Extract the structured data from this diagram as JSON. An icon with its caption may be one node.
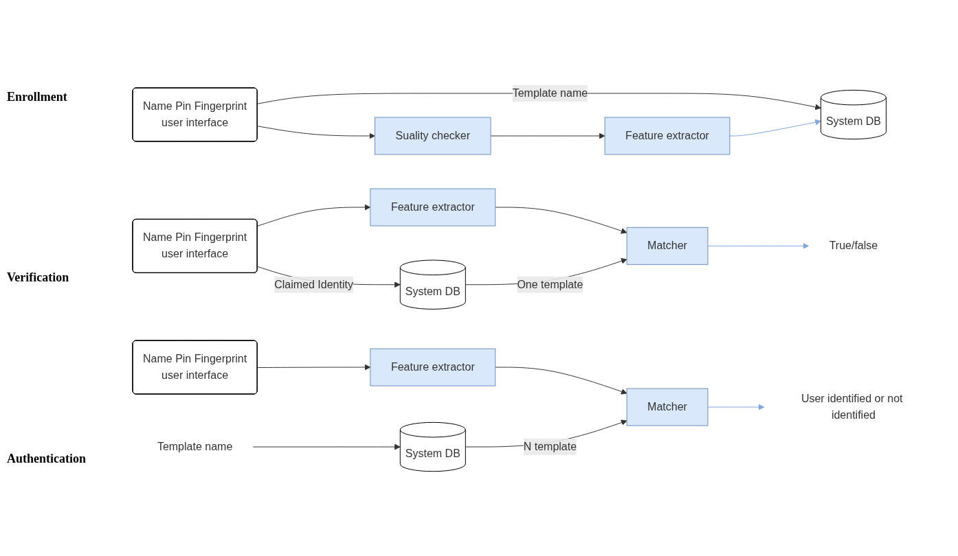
{
  "diagram": {
    "nodes": [
      {
        "text": [
          "Name Pin Fingerprint",
          "user interface"
        ]
      },
      {
        "text": [
          "Suality checker"
        ]
      },
      {
        "text": [
          "Feature extractor"
        ]
      },
      {
        "text": [
          "System DB"
        ]
      },
      {
        "text": [
          "Name Pin Fingerprint",
          "user interface"
        ]
      },
      {
        "text": [
          "Feature extractor"
        ]
      },
      {
        "text": [
          "Matcher"
        ]
      },
      {
        "text": [
          "System DB"
        ]
      },
      {
        "text": [
          "True/false"
        ]
      },
      {
        "text": [
          "Name Pin Fingerprint",
          "user interface"
        ]
      },
      {
        "text": [
          "Feature extractor"
        ]
      },
      {
        "text": [
          "Matcher"
        ]
      },
      {
        "text": [
          "Template name"
        ]
      },
      {
        "text": [
          "System DB"
        ]
      },
      {
        "text": [
          "User identified or not identified"
        ]
      }
    ],
    "edges": [
      {
        "from": 0,
        "to": 3,
        "arrow": "to",
        "label": "Template name"
      },
      {
        "from": 0,
        "to": 1,
        "arrow": "to"
      },
      {
        "from": 1,
        "to": 2,
        "arrow": "to"
      },
      {
        "from": 2,
        "to": 3,
        "arrow": "to",
        "color": "#7ea6e0"
      },
      {
        "from": 4,
        "to": 7,
        "arrow": "to",
        "label": "Claimed Identity"
      },
      {
        "from": 4,
        "to": 5,
        "arrow": "to"
      },
      {
        "from": 5,
        "to": 6,
        "arrow": "to"
      },
      {
        "from": 7,
        "to": 6,
        "arrow": "to",
        "label": "One template"
      },
      {
        "from": 6,
        "to": 8,
        "arrow": "to",
        "color": "#7ea6e0"
      },
      {
        "from": 12,
        "to": 13,
        "arrow": "to"
      },
      {
        "from": 9,
        "to": 10,
        "arrow": "to"
      },
      {
        "from": 10,
        "to": 11,
        "arrow": "to"
      },
      {
        "from": 13,
        "to": 11,
        "arrow": "to",
        "label": "N template"
      },
      {
        "from": 11,
        "to": 14,
        "arrow": "to",
        "color": "#7ea6e0"
      }
    ],
    "labels": [
      "Enrollment",
      "Verification",
      "Authentication"
    ]
  }
}
